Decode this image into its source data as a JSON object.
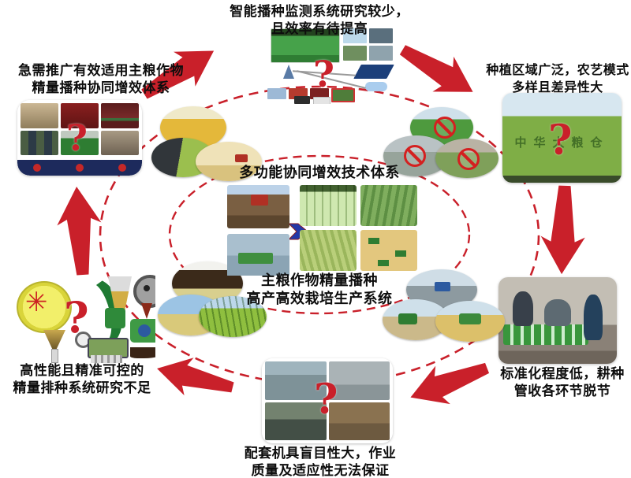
{
  "center": {
    "title": "多功能协同增效技术体系",
    "subtitle_line1": "主粮作物精量播种",
    "subtitle_line2": "高产高效栽培生产系统"
  },
  "nodes": {
    "top": {
      "line1": "智能播种监测系统研究较少，",
      "line2": "且效率有待提高"
    },
    "top_left": {
      "line1": "急需推广有效适用主粮作物",
      "line2": "精量播种协同增效体系"
    },
    "right": {
      "line1": "种植区域广泛，农艺模式",
      "line2": "多样且差异性大"
    },
    "bottom_right": {
      "line1": "标准化程度低，耕种",
      "line2": "管收各环节脱节"
    },
    "bottom": {
      "line1": "配套机具盲目性大，作业",
      "line2": "质量及适应性无法保证"
    },
    "bottom_left": {
      "line1": "高性能且精准可控的",
      "line2": "精量排种系统研究不足"
    }
  },
  "qmark": "?",
  "field_text": "中华大粮仓",
  "colors": {
    "accent_red": "#c9202a",
    "dashed_red": "#c9202a",
    "navy_bar": "#1d2a5c",
    "text": "#0d0d0d"
  }
}
